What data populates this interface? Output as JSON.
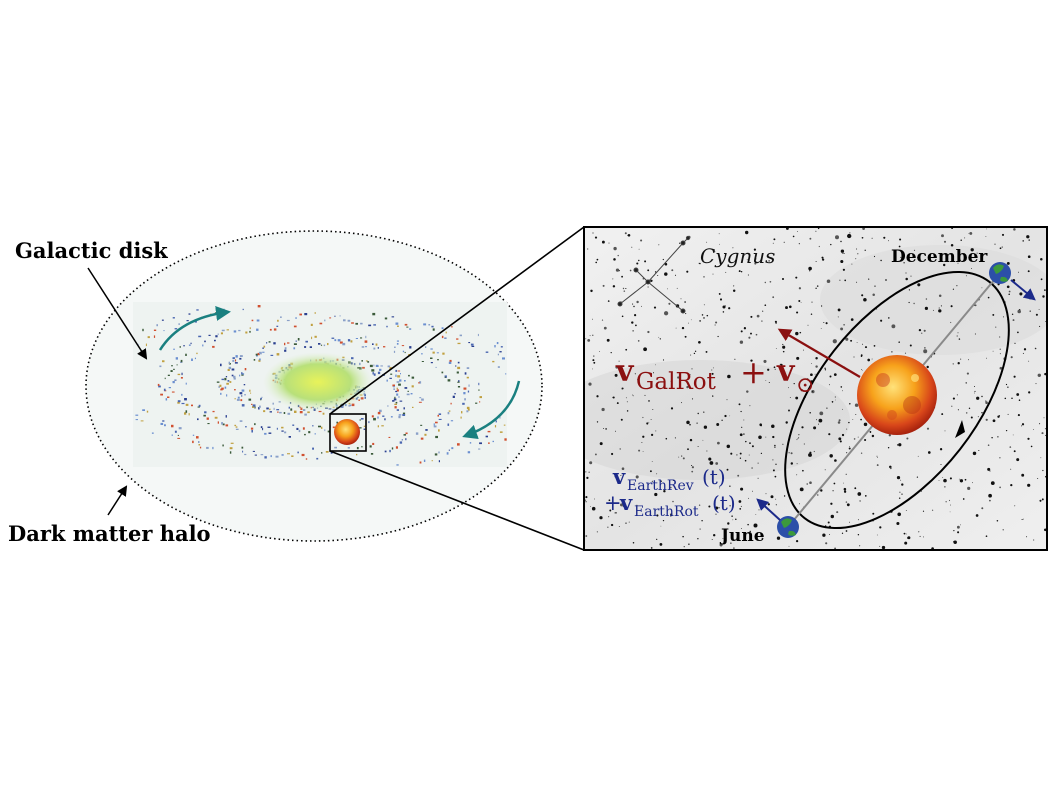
{
  "labels": {
    "galactic_disk": "Galactic disk",
    "dark_matter_halo": "Dark matter halo",
    "cygnus": "Cygnus",
    "december": "December",
    "june": "June"
  },
  "velocity_sun": {
    "v1": "v",
    "sub1": "GalRot",
    "plus": "+",
    "v2": "v",
    "sub2": "⊙"
  },
  "velocity_earth": {
    "line1_v": "v",
    "line1_sub": "EarthRev",
    "line1_t": "(t)",
    "line2_plus": "+",
    "line2_v": "v",
    "line2_sub": "EarthRot",
    "line2_t": "(t)"
  },
  "colors": {
    "teal_arrow": "#1a8080",
    "sun_velocity": "#8b1010",
    "earth_velocity": "#1c2a8a"
  }
}
